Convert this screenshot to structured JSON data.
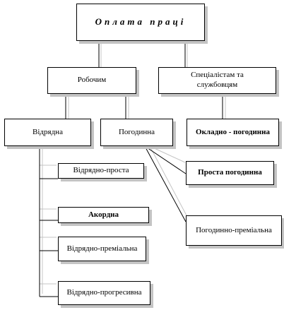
{
  "diagram": {
    "root": "Оплата праці",
    "level1": {
      "workers": "Робочим",
      "specialists": "Спеціалістам та службовцям"
    },
    "level2": {
      "piece": "Відрядна",
      "time": "Погодинна",
      "salary": "Окладно - погодинна"
    },
    "piece_types": [
      "Відрядно-проста",
      "Акордна",
      "Відрядно-преміальна",
      "Відрядно-прогресивна"
    ],
    "time_types": [
      "Проста погодинна",
      "Погодинно-преміальна"
    ]
  },
  "colors": {
    "line": "#000000",
    "shadow": "#c4c4c4",
    "background": "#ffffff"
  }
}
